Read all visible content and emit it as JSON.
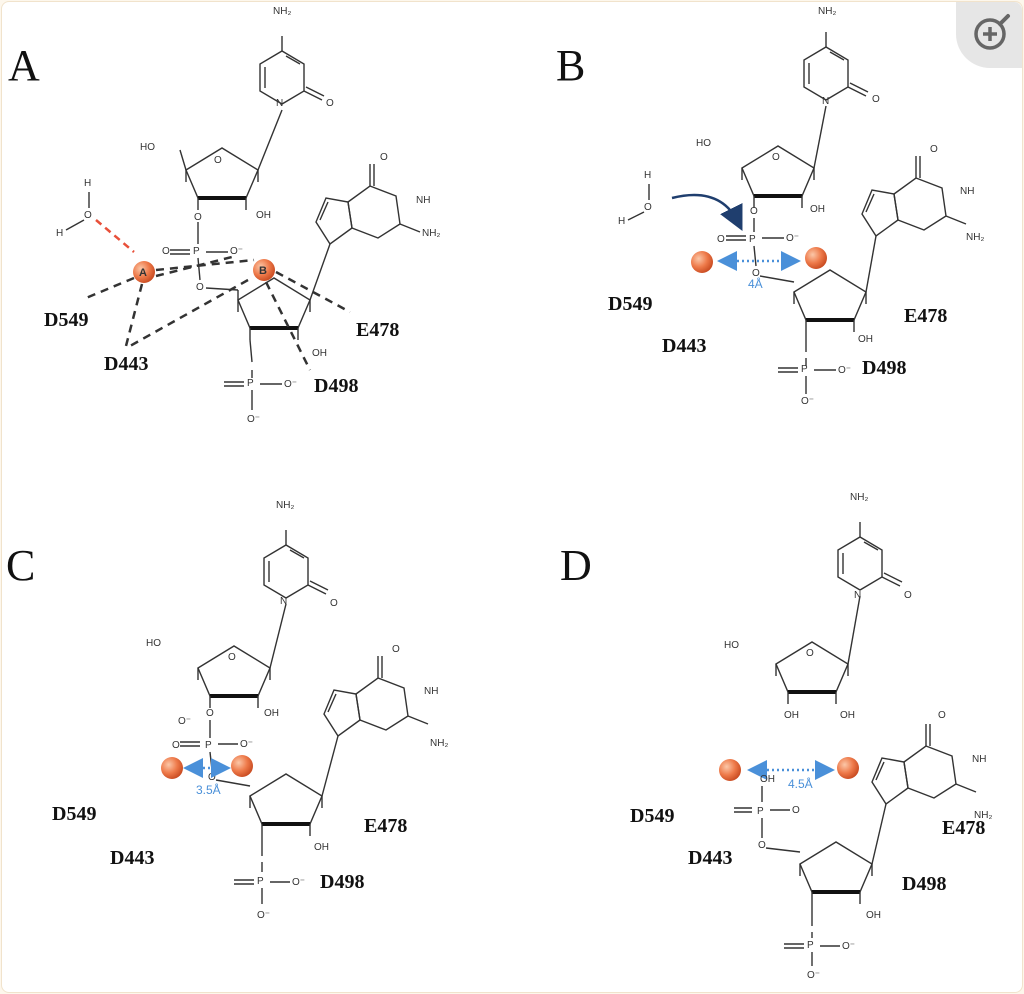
{
  "panels": {
    "A": {
      "letter": "A",
      "residues": [
        "D549",
        "D443",
        "E478",
        "D498"
      ],
      "ions": [
        "A",
        "B"
      ]
    },
    "B": {
      "letter": "B",
      "residues": [
        "D549",
        "D443",
        "E478",
        "D498"
      ],
      "distance": "4Å"
    },
    "C": {
      "letter": "C",
      "residues": [
        "D549",
        "D443",
        "E478",
        "D498"
      ],
      "distance": "3.5Å"
    },
    "D": {
      "letter": "D",
      "residues": [
        "D549",
        "D443",
        "E478",
        "D498"
      ],
      "distance": "4.5Å"
    }
  },
  "atoms": {
    "nh2": "NH₂",
    "n": "N",
    "o": "O",
    "ho": "HO",
    "oh": "OH",
    "h": "H",
    "nh": "NH",
    "p": "P",
    "o_minus": "O⁻"
  },
  "icons": {
    "zoom": "zoom-in-icon"
  },
  "colors": {
    "ion": "#e8603a",
    "distance": "#4a90d9",
    "water_bond": "#e8503a",
    "arrow": "#1f3e6e"
  }
}
